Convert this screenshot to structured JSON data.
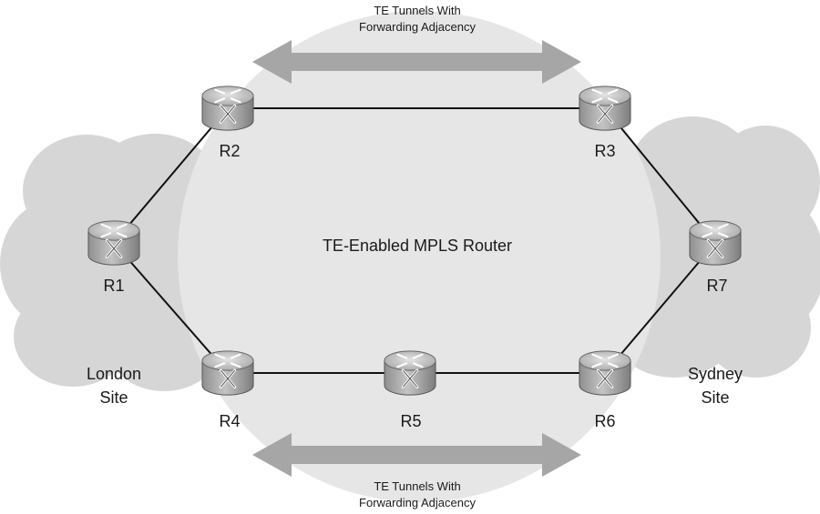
{
  "top_arrow": {
    "line1": "TE Tunnels With",
    "line2": "Forwarding Adjacency"
  },
  "bottom_arrow": {
    "line1": "TE Tunnels With",
    "line2": "Forwarding Adjacency"
  },
  "center_label": "TE-Enabled MPLS Router",
  "sites": {
    "london": {
      "line1": "London",
      "line2": "Site"
    },
    "sydney": {
      "line1": "Sydney",
      "line2": "Site"
    }
  },
  "routers": [
    {
      "id": "r1",
      "label": "R1"
    },
    {
      "id": "r2",
      "label": "R2"
    },
    {
      "id": "r3",
      "label": "R3"
    },
    {
      "id": "r4",
      "label": "R4"
    },
    {
      "id": "r5",
      "label": "R5"
    },
    {
      "id": "r6",
      "label": "R6"
    },
    {
      "id": "r7",
      "label": "R7"
    }
  ],
  "links": [
    [
      "r1",
      "r2"
    ],
    [
      "r2",
      "r3"
    ],
    [
      "r3",
      "r7"
    ],
    [
      "r1",
      "r4"
    ],
    [
      "r4",
      "r5"
    ],
    [
      "r5",
      "r6"
    ],
    [
      "r6",
      "r7"
    ]
  ],
  "colors": {
    "cloud": "#d6d6d6",
    "mpls_region": "#e6e6e6",
    "arrow": "#a6a6a6",
    "router_body": "#a9a9a9",
    "router_top": "#c9c9c9",
    "link": "#111111"
  },
  "icon": "router-icon"
}
